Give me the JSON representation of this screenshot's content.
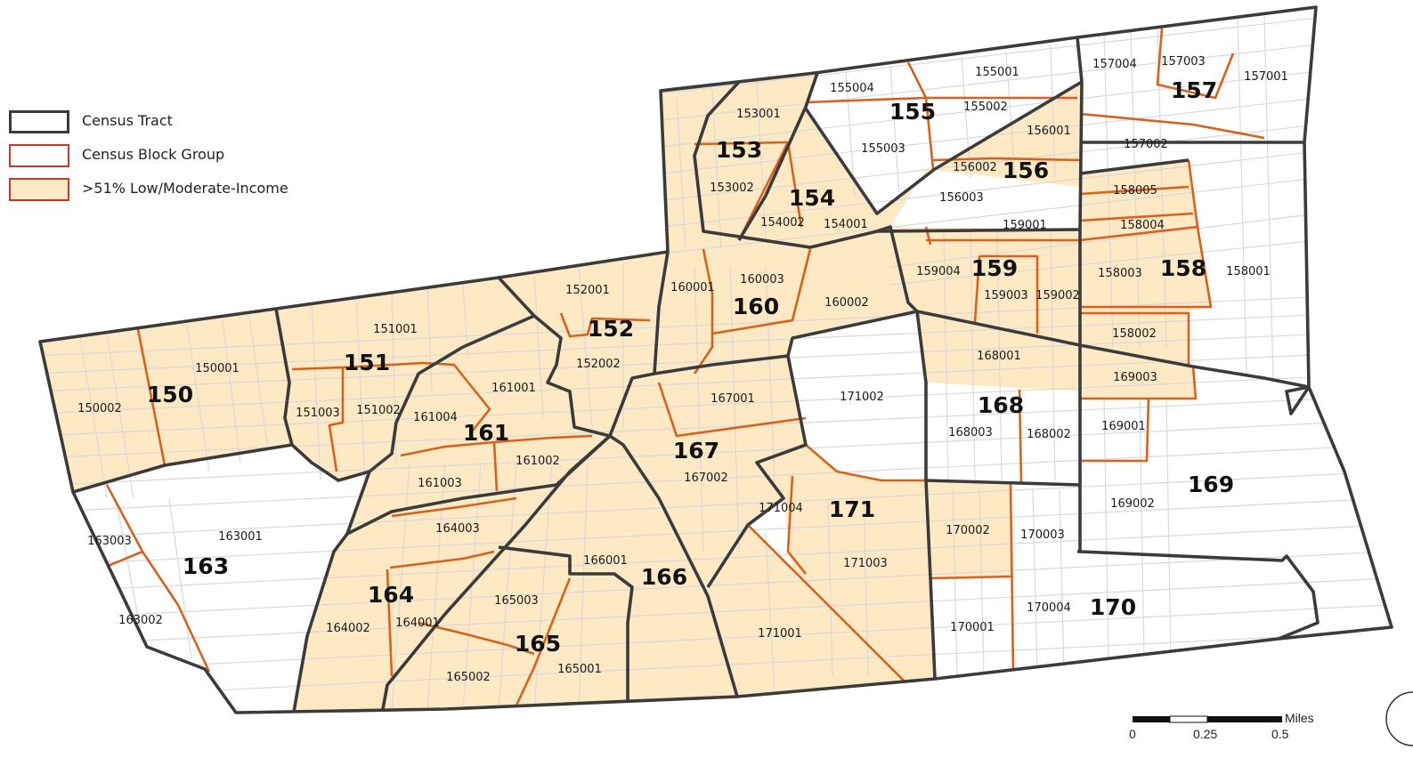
{
  "legend": {
    "items": [
      {
        "label": "Census Tract",
        "fill": "#ffffff",
        "stroke": "#3b3b3b",
        "swatch": "tract"
      },
      {
        "label": "Census Block Group",
        "fill": "#ffffff",
        "stroke": "#c0392b",
        "swatch": "bg"
      },
      {
        "label": ">51% Low/Moderate-Income",
        "fill": "#fde9c4",
        "stroke": "#c0392b",
        "swatch": "lmi"
      }
    ]
  },
  "colors": {
    "lmi_fill": "#fde9c4",
    "tract_border": "#3b3b3b",
    "block_group_border": "#d8611d",
    "road": "#d9d9d9"
  },
  "scale_bar": {
    "unit": "Miles",
    "ticks": [
      "0",
      "0.25",
      "0.5"
    ]
  },
  "tract_labels": [
    "150",
    "151",
    "152",
    "153",
    "154",
    "155",
    "156",
    "157",
    "158",
    "159",
    "160",
    "161",
    "163",
    "164",
    "165",
    "166",
    "167",
    "168",
    "169",
    "170",
    "171"
  ],
  "block_group_labels": [
    "150001",
    "150002",
    "151001",
    "151002",
    "151003",
    "152001",
    "152002",
    "153001",
    "153002",
    "154001",
    "154002",
    "155001",
    "155002",
    "155003",
    "155004",
    "156001",
    "156002",
    "156003",
    "157001",
    "157002",
    "157003",
    "157004",
    "158001",
    "158002",
    "158003",
    "158004",
    "158005",
    "159001",
    "159002",
    "159003",
    "159004",
    "160001",
    "160002",
    "160003",
    "161001",
    "161002",
    "161003",
    "161004",
    "163001",
    "163002",
    "163003",
    "164001",
    "164002",
    "164003",
    "165001",
    "165002",
    "165003",
    "166001",
    "167001",
    "167002",
    "168001",
    "168002",
    "168003",
    "169001",
    "169002",
    "169003",
    "170001",
    "170002",
    "170003",
    "170004",
    "171001",
    "171002",
    "171003",
    "171004"
  ]
}
